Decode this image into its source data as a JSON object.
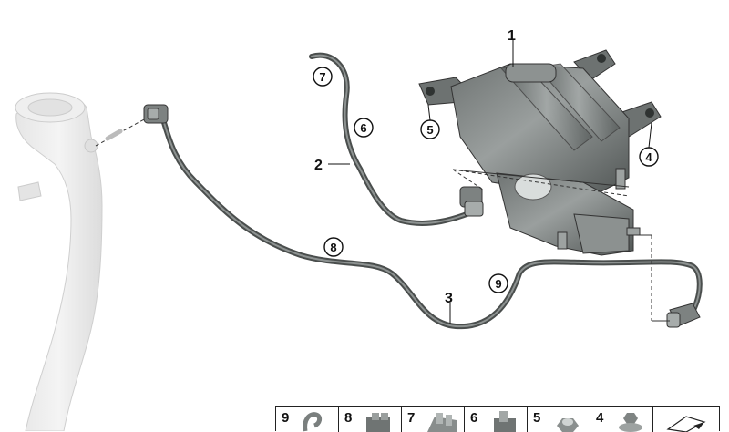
{
  "callouts_plain": [
    "1",
    "2",
    "3"
  ],
  "callouts_circled": [
    "4",
    "5",
    "6",
    "7",
    "8",
    "9"
  ],
  "legend": {
    "cells": [
      {
        "number": "9",
        "icon": "hose-clip-icon"
      },
      {
        "number": "8",
        "icon": "plastic-clip-icon"
      },
      {
        "number": "7",
        "icon": "double-clip-icon"
      },
      {
        "number": "6",
        "icon": "holder-clip-icon"
      },
      {
        "number": "5",
        "icon": "hex-nut-icon"
      },
      {
        "number": "4",
        "icon": "collar-nut-icon"
      },
      {
        "number": "",
        "icon": "shim-plate-icon"
      }
    ]
  }
}
